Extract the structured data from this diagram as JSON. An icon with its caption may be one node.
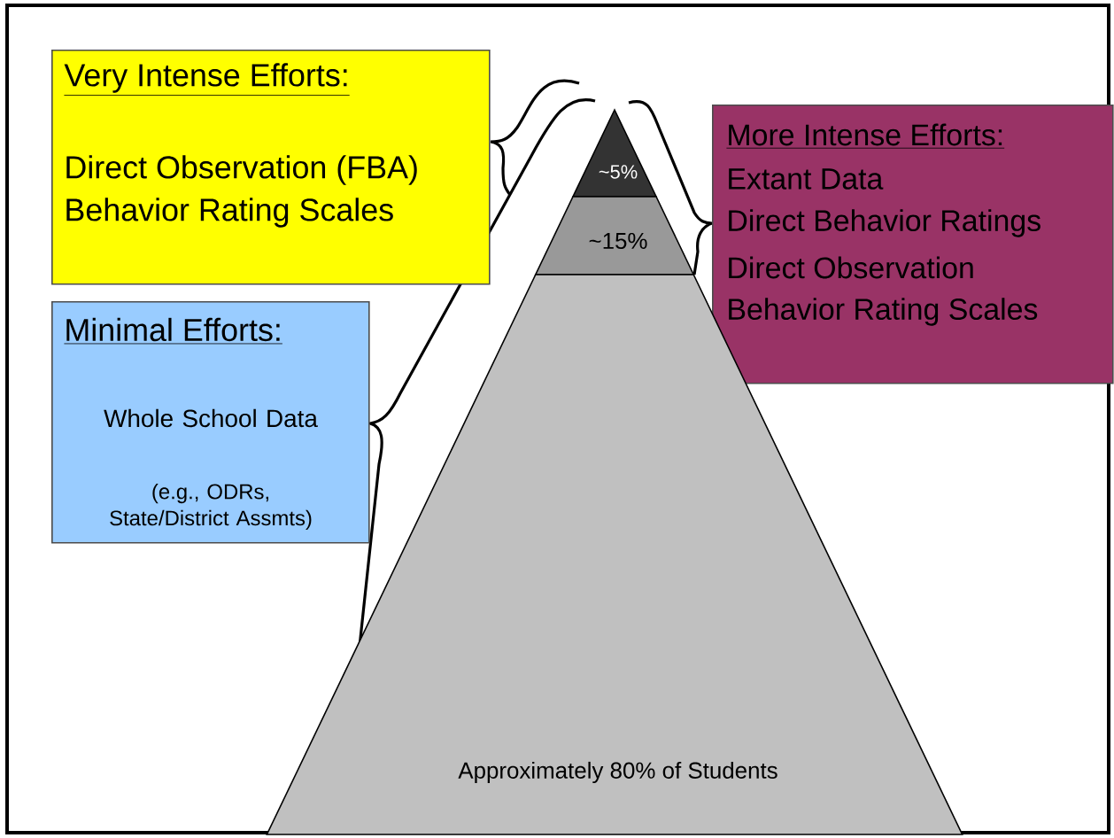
{
  "diagram": {
    "nodes": [
      {
        "text": [
          "Very Intense Efforts:",
          "Direct Observation (FBA)",
          "Behavior Rating Scales"
        ]
      },
      {
        "text": [
          "Minimal Efforts:",
          "Whole School Data",
          "(e.g., ODRs, State/District Assmts)"
        ]
      },
      {
        "text": [
          "More Intense Efforts:",
          "Extant Data",
          "Direct Behavior Ratings",
          "Direct Observation",
          "Behavior Rating Scales"
        ]
      },
      {
        "text": [
          "~5%"
        ]
      },
      {
        "text": [
          "~15%"
        ]
      },
      {
        "text": [
          "Approximately 80% of Students"
        ]
      }
    ]
  }
}
